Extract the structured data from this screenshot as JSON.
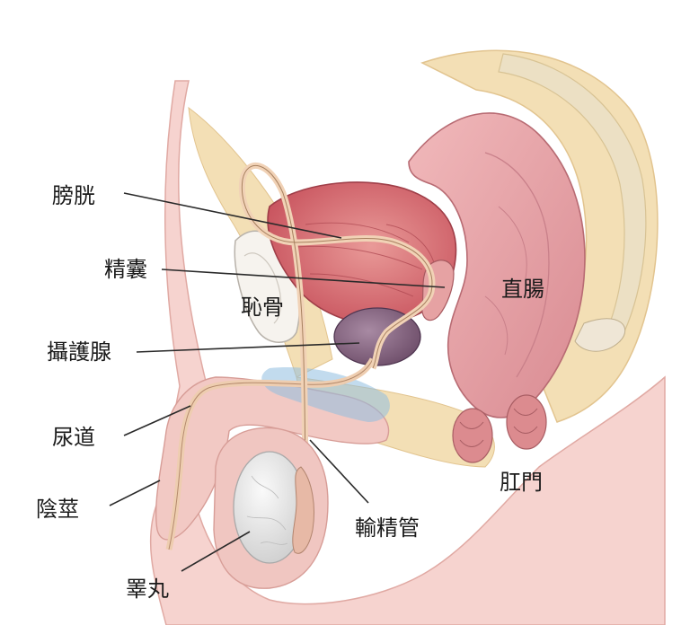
{
  "labels": {
    "bladder": "膀胱",
    "seminal_vesicle": "精囊",
    "pubic_bone": "恥骨",
    "prostate": "攝護腺",
    "urethra": "尿道",
    "penis": "陰莖",
    "testis": "睪丸",
    "vas_deferens": "輸精管",
    "rectum": "直腸",
    "anus": "肛門"
  },
  "colors": {
    "skin": "#f6d3cf",
    "skin_dark": "#e8b3ad",
    "fat": "#f3dfb5",
    "bone": "#f1e3c3",
    "bladder": "#d9777c",
    "rectum": "#e9a5aa",
    "prostate": "#8c6a86",
    "testis": "#ececec",
    "duct": "#f3d8c0",
    "blue": "#6fa8cf"
  }
}
